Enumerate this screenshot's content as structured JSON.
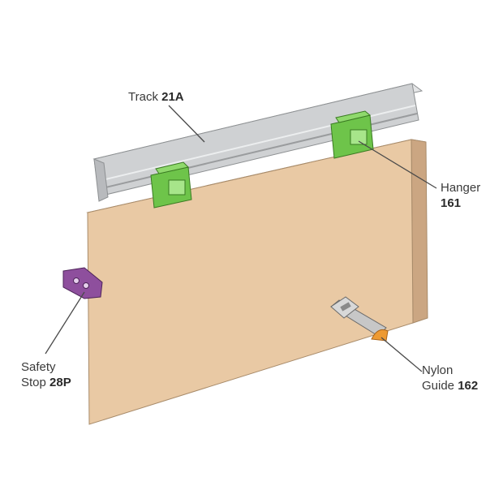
{
  "labels": {
    "track": {
      "name": "Track",
      "code": "21A"
    },
    "hanger": {
      "name": "Hanger",
      "code": "161"
    },
    "safety_stop": {
      "line1": "Safety",
      "line2": "Stop",
      "code": "28P"
    },
    "nylon_guide": {
      "line1": "Nylon",
      "line2": "Guide",
      "code": "162"
    }
  },
  "colors": {
    "door_face": "#e9c9a4",
    "door_edge": "#d6b48d",
    "track": "#cfd1d3",
    "hanger": "#6ec44a",
    "safety_stop": "#8e4f9d",
    "guide_body": "#c7c7c7",
    "guide_tip": "#ee9a32",
    "leader": "#4a4a4a"
  }
}
